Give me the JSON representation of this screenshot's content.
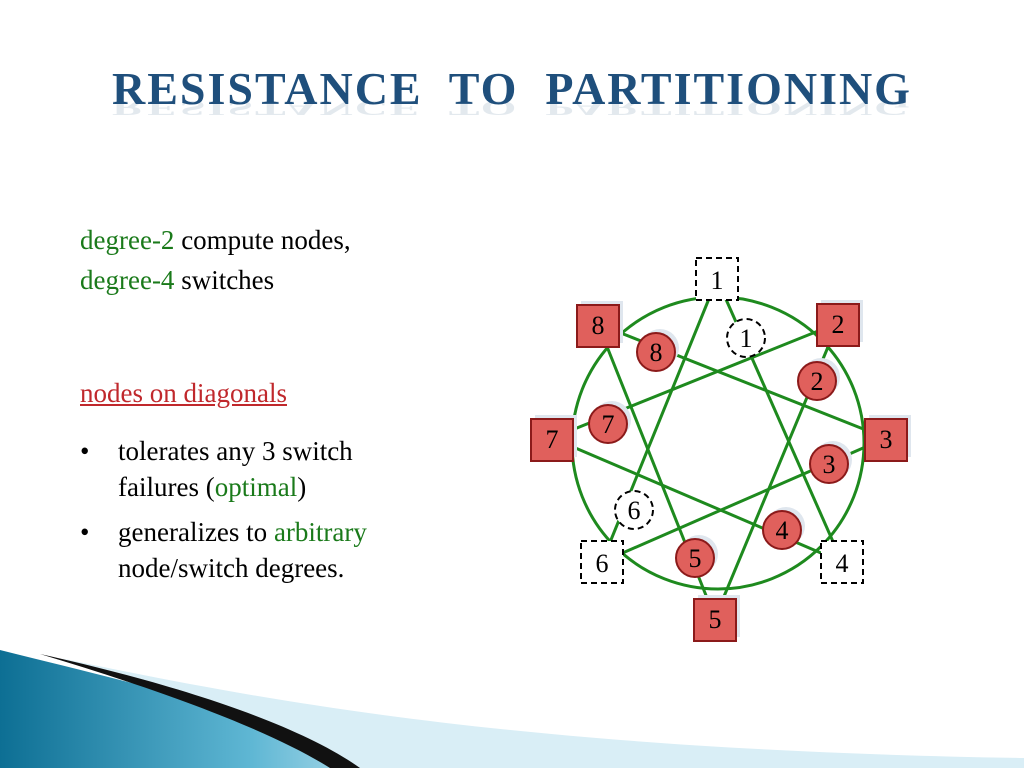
{
  "title": "RESISTANCE  TO  PARTITIONING",
  "intro": {
    "line1_green": "degree-2",
    "line1_rest": " compute nodes,",
    "line2_green": "degree-4",
    "line2_rest": " switches"
  },
  "heading": "nodes on diagonals",
  "bullets": [
    {
      "marker": "•",
      "lines": [
        {
          "text": "tolerates any 3 switch"
        },
        {
          "pre": "failures (",
          "green": "optimal",
          "post": ")"
        }
      ]
    },
    {
      "marker": "•",
      "lines": [
        {
          "pre": "generalizes to ",
          "green": "arbitrary",
          "post": ""
        },
        {
          "text": "node/switch degrees."
        }
      ]
    }
  ],
  "colors": {
    "title": "#1f4f7c",
    "green_text": "#1a7a1a",
    "heading_red": "#c0282c",
    "edge_green": "#1e8a1e",
    "node_fill": "#e0605c",
    "node_border": "#8b1a1a"
  },
  "diagram": {
    "switches": [
      {
        "label": "1",
        "failed": true
      },
      {
        "label": "2",
        "failed": false
      },
      {
        "label": "3",
        "failed": false
      },
      {
        "label": "4",
        "failed": true
      },
      {
        "label": "5",
        "failed": false
      },
      {
        "label": "6",
        "failed": true
      },
      {
        "label": "7",
        "failed": false
      },
      {
        "label": "8",
        "failed": false
      }
    ],
    "compute_nodes": [
      {
        "label": "1",
        "failed": true
      },
      {
        "label": "2",
        "failed": false
      },
      {
        "label": "3",
        "failed": false
      },
      {
        "label": "4",
        "failed": false
      },
      {
        "label": "5",
        "failed": false
      },
      {
        "label": "6",
        "failed": true
      },
      {
        "label": "7",
        "failed": false
      },
      {
        "label": "8",
        "failed": false
      }
    ]
  }
}
